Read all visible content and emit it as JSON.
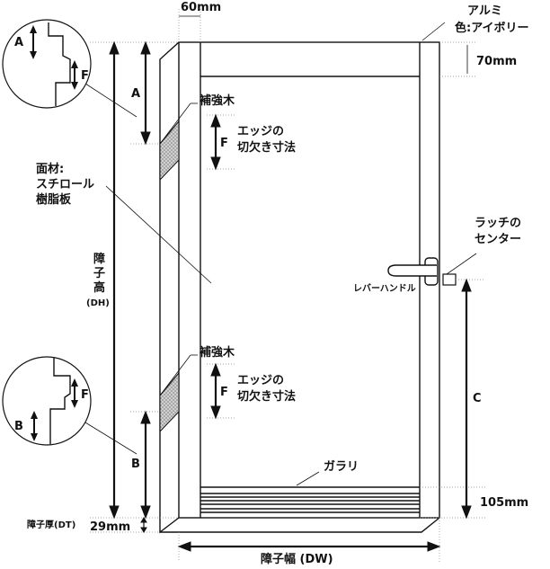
{
  "labels": {
    "top_width": "60mm",
    "aluminum_line1": "アルミ",
    "aluminum_line2": "色:アイボリー",
    "top_rail": "70mm",
    "dim_a": "A",
    "dim_f": "F",
    "dim_b": "B",
    "dim_c": "C",
    "reinforce_top": "補強木",
    "reinforce_bottom": "補強木",
    "notch_top_line1": "エッジの",
    "notch_top_line2": "切欠き寸法",
    "notch_bottom_line1": "エッジの",
    "notch_bottom_line2": "切欠き寸法",
    "face_line1": "面材:",
    "face_line2": "スチロール",
    "face_line3": "樹脂板",
    "height_line1": "障",
    "height_line2": "子",
    "height_line3": "高",
    "height_line4": "(DH)",
    "latch_line1": "ラッチの",
    "latch_line2": "センター",
    "lever": "レバーハンドル",
    "louver": "ガラリ",
    "bottom_rail": "105mm",
    "thickness_label": "障子厚(DT)",
    "thickness_value": "29mm",
    "width_label": "障子幅 (DW)"
  },
  "colors": {
    "line": "#111111",
    "hatch": "#bbbbbb",
    "background": "#ffffff"
  }
}
